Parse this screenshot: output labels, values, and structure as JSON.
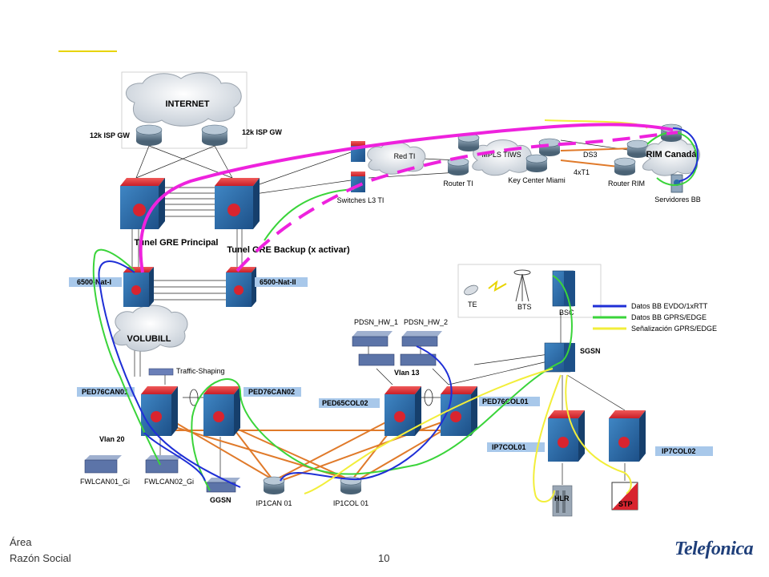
{
  "labels": {
    "internet": "INTERNET",
    "isp_gw_left": "12k ISP GW",
    "isp_gw_right": "12k ISP GW",
    "red_ti": "Red TI",
    "switches_l3": "Switches L3 TI",
    "router_ti": "Router TI",
    "mpls": "MPLS TIWS",
    "key_center": "Key Center Miami",
    "ds3": "DS3",
    "t1": "4xT1",
    "router_rim": "Router RIM",
    "rim_canada": "RIM Canadá",
    "servidores_bb": "Servidores BB",
    "tunel_principal": "Tunel GRE Principal",
    "tunel_backup": "Tunel GRE Backup (x activar)",
    "nat1": "6500-Nat-I",
    "nat2": "6500-Nat-II",
    "volubill": "VOLUBILL",
    "traffic_shaping": "Traffic-Shaping",
    "ped76can01": "PED76CAN01",
    "ped76can02": "PED76CAN02",
    "vlan20": "Vlan 20",
    "fwlcan01": "FWLCAN01_Gi",
    "fwlcan02": "FWLCAN02_Gi",
    "ggsn": "GGSN",
    "ip1can": "IP1CAN 01",
    "ip1col": "IP1COL 01",
    "pdsn1": "PDSN_HW_1",
    "pdsn2": "PDSN_HW_2",
    "vlan13": "Vlan 13",
    "ped65col02": "PED65COL02",
    "ped76col01": "PED76COL01",
    "te": "TE",
    "bts": "BTS",
    "bsc": "BSC",
    "sgsn": "SGSN",
    "ip7col01": "IP7COL01",
    "ip7col02": "IP7COL02",
    "hlr": "HLR",
    "stp": "STP"
  },
  "legend": [
    {
      "label": "Datos BB EVDO/1xRTT",
      "color": "#1f2fd6"
    },
    {
      "label": "Datos BB GPRS/EDGE",
      "color": "#3ad43a"
    },
    {
      "label": "Señalización GPRS/EDGE",
      "color": "#f2ee3a"
    }
  ],
  "colors": {
    "tunnel": "#ee22dd",
    "evdo": "#1f2fd6",
    "gprs": "#3ad43a",
    "signal": "#f2ee3a",
    "orange_link": "#e07a2a",
    "switch_red": "#d8242f",
    "switch_blue": "#2a6ca8"
  },
  "footer": {
    "area": "Área",
    "razon": "Razón Social",
    "page": "10",
    "brand": "Telefonica"
  }
}
